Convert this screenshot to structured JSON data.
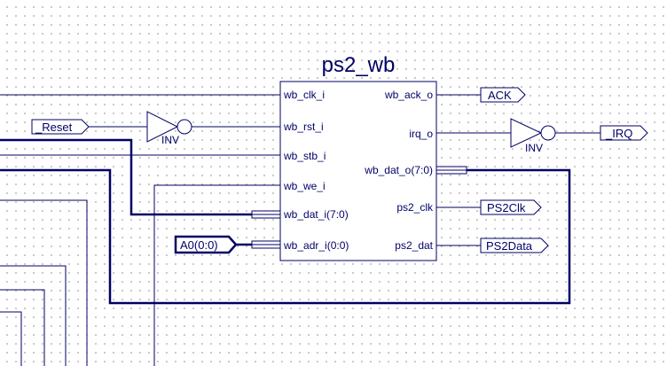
{
  "component": {
    "title": "ps2_wb",
    "inputs": [
      "wb_clk_i",
      "wb_rst_i",
      "wb_stb_i",
      "wb_we_i",
      "wb_dat_i(7:0)",
      "wb_adr_i(0:0)"
    ],
    "outputs": [
      "wb_ack_o",
      "irq_o",
      "wb_dat_o(7:0)",
      "ps2_clk",
      "ps2_dat"
    ]
  },
  "gates": {
    "inv1": "INV",
    "inv2": "INV"
  },
  "ports": {
    "reset": "_Reset",
    "a0": "A0(0:0)",
    "ack": "ACK",
    "irq": "_IRQ",
    "ps2clk": "PS2Clk",
    "ps2data": "PS2Data"
  },
  "colors": {
    "wire": "#000066",
    "background": "#ffffff",
    "grid_dot": "#9a9a9a"
  }
}
